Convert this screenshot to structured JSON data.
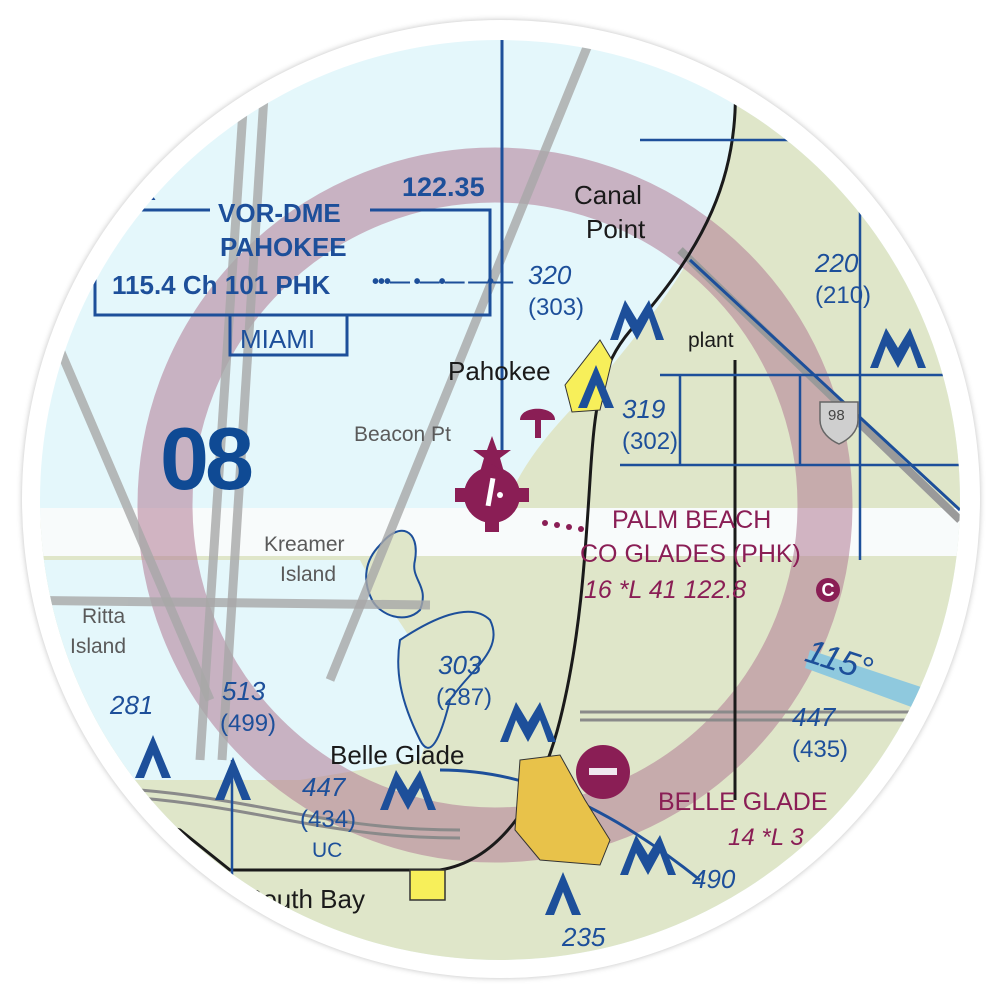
{
  "map": {
    "type": "VFR sectional chart sticker",
    "colors": {
      "water": "#e4f7fb",
      "land": "#dfe6c9",
      "class_e_ring": "#b07a94",
      "navaid_blue": "#1d4f9a",
      "airport_magenta": "#8a1e55",
      "town_yellow": "#f7ef5a",
      "road_gray": "#9a9a9a"
    },
    "vor": {
      "corner_label": "IR",
      "freq_top": "122.35",
      "type": "VOR-DME",
      "name": "PAHOKEE",
      "info": "115.4 Ch 101 PHK",
      "morse": "•••— •—•— —•—",
      "fss": "MIAMI"
    },
    "section_number": "08",
    "places": {
      "canal_point_1": "Canal",
      "canal_point_2": "Point",
      "pahokee": "Pahokee",
      "beacon_pt": "Beacon Pt",
      "kreamer_1": "Kreamer",
      "kreamer_2": "Island",
      "ritta_1": "Ritta",
      "ritta_2": "Island",
      "belle_glade": "Belle Glade",
      "south_bay": "South Bay",
      "plant": "plant",
      "us_route": "98"
    },
    "obstacles": [
      {
        "msl": "320",
        "agl": "(303)"
      },
      {
        "msl": "220",
        "agl": "(210)"
      },
      {
        "msl": "319",
        "agl": "(302)"
      },
      {
        "msl": "303",
        "agl": "(287)"
      },
      {
        "msl": "281",
        "agl": ""
      },
      {
        "msl": "513",
        "agl": "(499)"
      },
      {
        "msl": "447",
        "agl": "(434)",
        "note": "UC"
      },
      {
        "msl": "447",
        "agl": "(435)"
      },
      {
        "msl": "490",
        "agl": ""
      },
      {
        "msl": "235",
        "agl": ""
      }
    ],
    "airport_phk": {
      "name_1": "PALM BEACH",
      "name_2": "CO GLADES (PHK)",
      "info": "16 *L 41 122.8",
      "ctaf_badge": "C"
    },
    "airport_belle_glade": {
      "name": "BELLE GLADE",
      "info": "14 *L 3"
    },
    "radial": "115°"
  }
}
